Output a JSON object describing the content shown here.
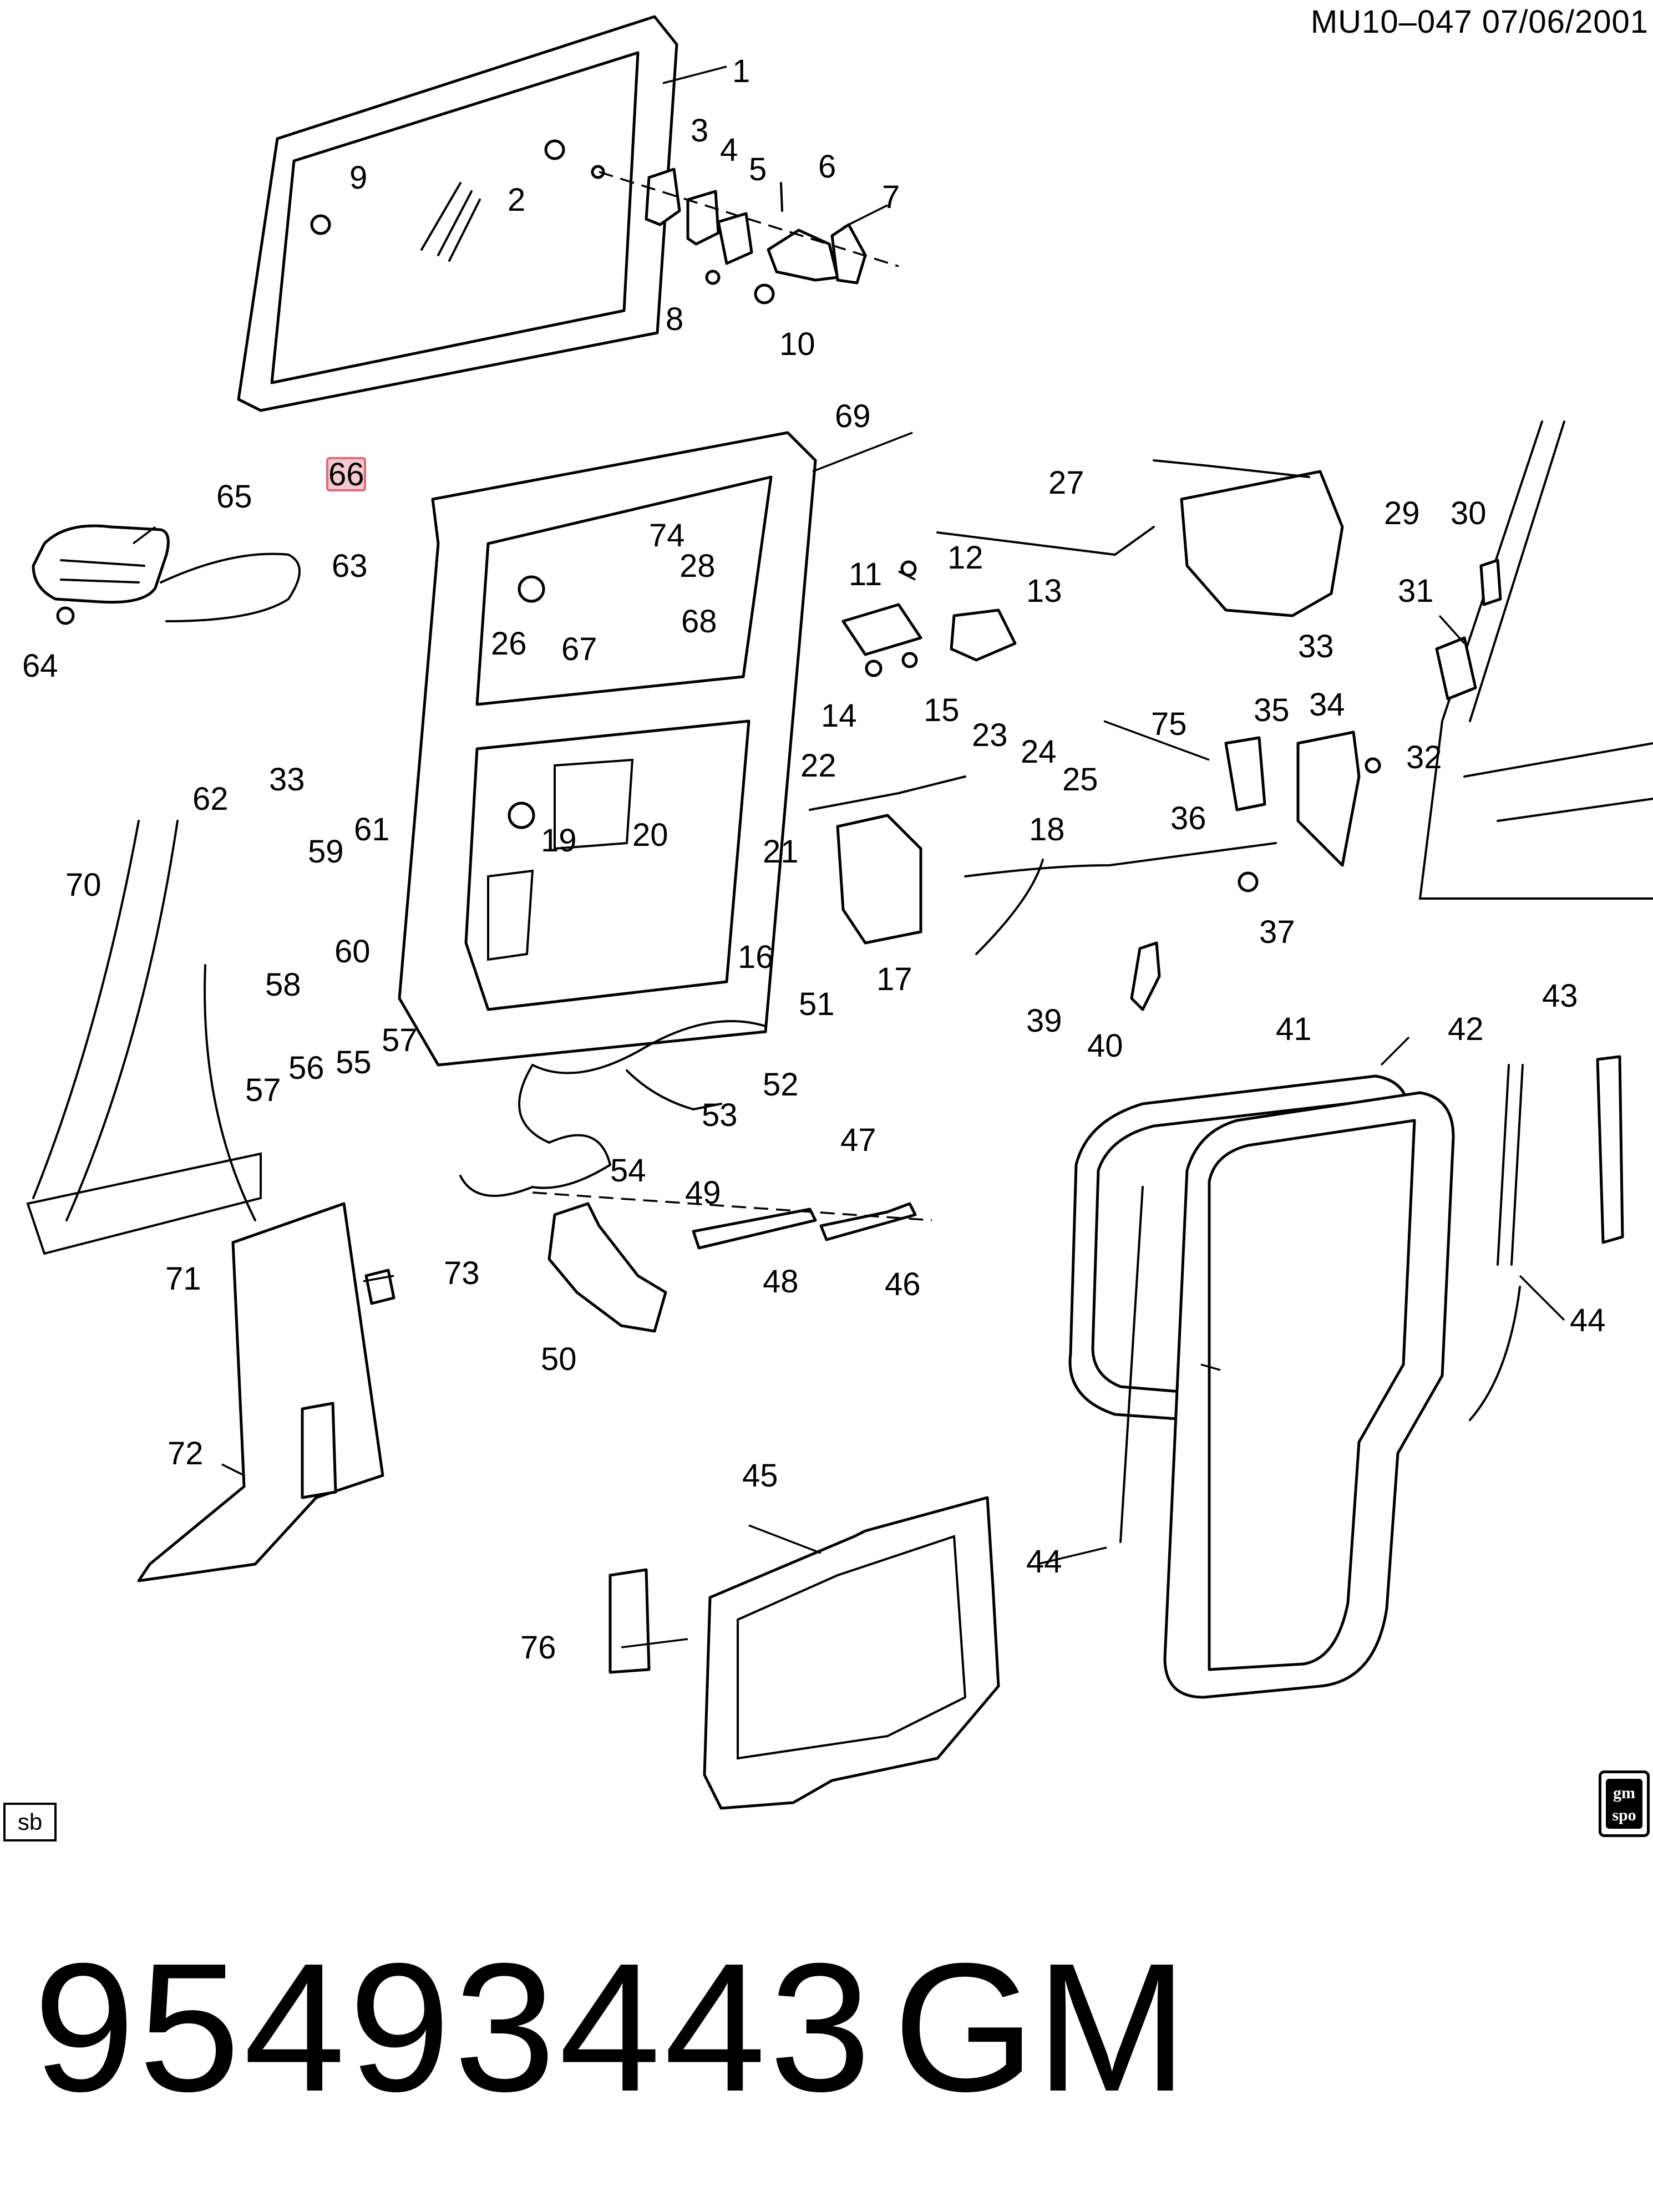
{
  "header": {
    "code": "MU10–047  07/06/2001"
  },
  "badges": {
    "sb": "sb"
  },
  "logo": {
    "line1": "gm",
    "line2": "spo"
  },
  "footer": {
    "part_number": "95493443",
    "brand": "GM"
  },
  "highlight_color": "#f6c9cf",
  "callouts": [
    "1",
    "2",
    "3",
    "4",
    "5",
    "6",
    "7",
    "8",
    "9",
    "10",
    "11",
    "12",
    "13",
    "14",
    "15",
    "16",
    "17",
    "18",
    "19",
    "20",
    "21",
    "22",
    "23",
    "24",
    "25",
    "26",
    "27",
    "28",
    "29",
    "30",
    "31",
    "32",
    "33",
    "33",
    "34",
    "35",
    "36",
    "37",
    "39",
    "40",
    "41",
    "42",
    "43",
    "44",
    "44",
    "44",
    "45",
    "46",
    "47",
    "48",
    "49",
    "50",
    "51",
    "52",
    "53",
    "54",
    "55",
    "56",
    "57",
    "57",
    "58",
    "59",
    "60",
    "61",
    "62",
    "63",
    "64",
    "65",
    "66",
    "67",
    "68",
    "69",
    "70",
    "71",
    "72",
    "73",
    "74",
    "75",
    "76"
  ]
}
